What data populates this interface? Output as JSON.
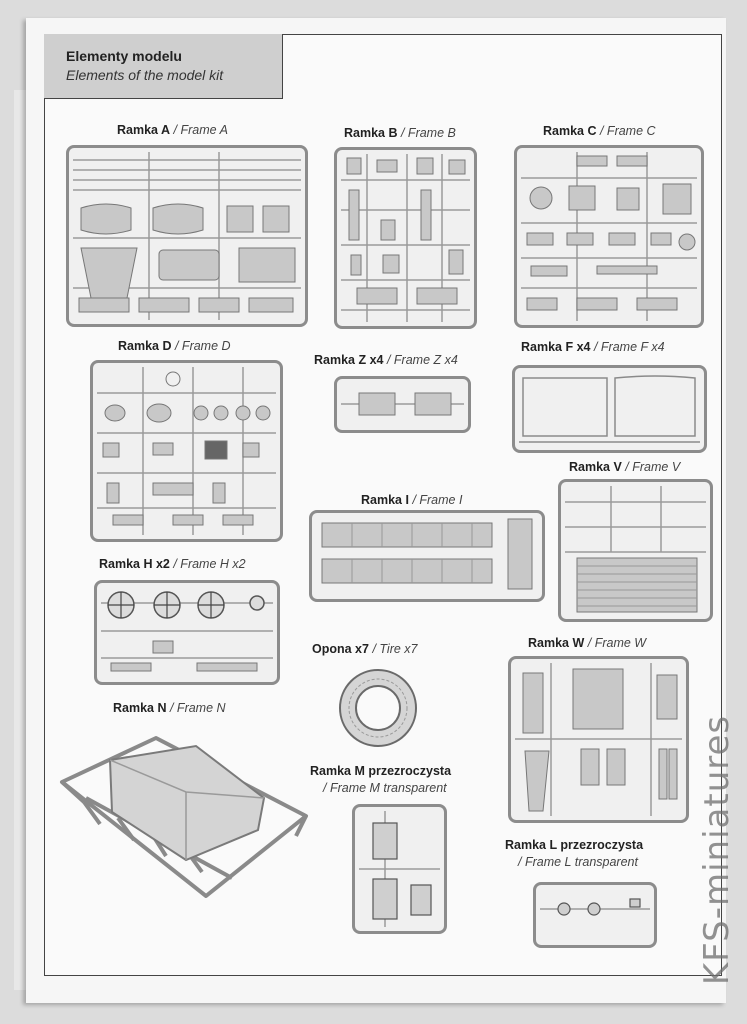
{
  "header": {
    "title": "Elementy modelu",
    "subtitle": "Elements of the model kit"
  },
  "frames": {
    "a": {
      "name": "Ramka A",
      "en": "/ Frame A"
    },
    "b": {
      "name": "Ramka B",
      "en": "/ Frame B"
    },
    "c": {
      "name": "Ramka C",
      "en": "/ Frame C"
    },
    "d": {
      "name": "Ramka D",
      "en": "/ Frame D"
    },
    "z": {
      "name": "Ramka Z x4",
      "en": "/ Frame Z x4"
    },
    "f": {
      "name": "Ramka F x4",
      "en": "/ Frame F x4"
    },
    "v": {
      "name": "Ramka V",
      "en": "/ Frame V"
    },
    "i": {
      "name": "Ramka I",
      "en": "/ Frame I"
    },
    "h": {
      "name": "Ramka H x2",
      "en": "/ Frame H x2"
    },
    "tire": {
      "name": "Opona x7",
      "en": "/ Tire x7"
    },
    "w": {
      "name": "Ramka W",
      "en": "/ Frame W"
    },
    "n": {
      "name": "Ramka N",
      "en": "/ Frame N"
    },
    "m": {
      "name": "Ramka M  przezroczysta",
      "en": "/ Frame M transparent"
    },
    "l": {
      "name": "Ramka L  przezroczysta",
      "en": "/ Frame L transparent"
    }
  },
  "watermark": "KFS-miniatures",
  "colors": {
    "sprue": "#8c8c8c",
    "part": "#b5b5b5",
    "header_bg": "#cfcfcf"
  }
}
